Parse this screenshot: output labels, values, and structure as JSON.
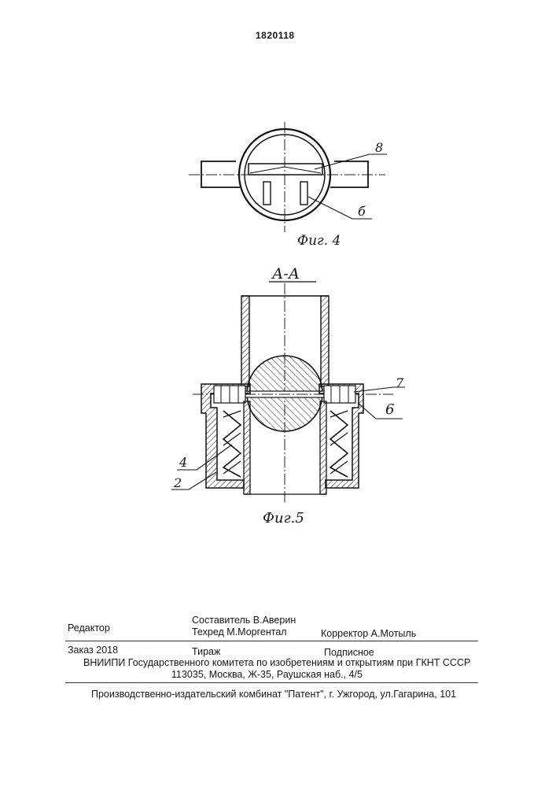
{
  "patent_number": "1820118",
  "fig4": {
    "caption": "Фиг. 4",
    "labels": {
      "part8": "8",
      "part6": "б"
    }
  },
  "fig5": {
    "section": "А-А",
    "caption": "Фиг.5",
    "labels": {
      "part7": "7",
      "part6": "6",
      "part4": "4",
      "part2": "2"
    }
  },
  "colophon": {
    "editor": "Редактор",
    "compiler": "Составитель  В.Аверин",
    "techred": "Техред М.Моргентал",
    "corrector": "Корректор А.Мотыль",
    "order": "Заказ  2018",
    "circulation": "Тираж",
    "subscription": "Подписное",
    "institute": "ВНИИПИ Государственного комитета по изобретениям и открытиям при ГКНТ СССР",
    "address": "113035, Москва, Ж-35, Раушская наб., 4/5",
    "publisher": "Производственно-издательский комбинат \"Патент\", г. Ужгород, ул.Гагарина, 101"
  }
}
